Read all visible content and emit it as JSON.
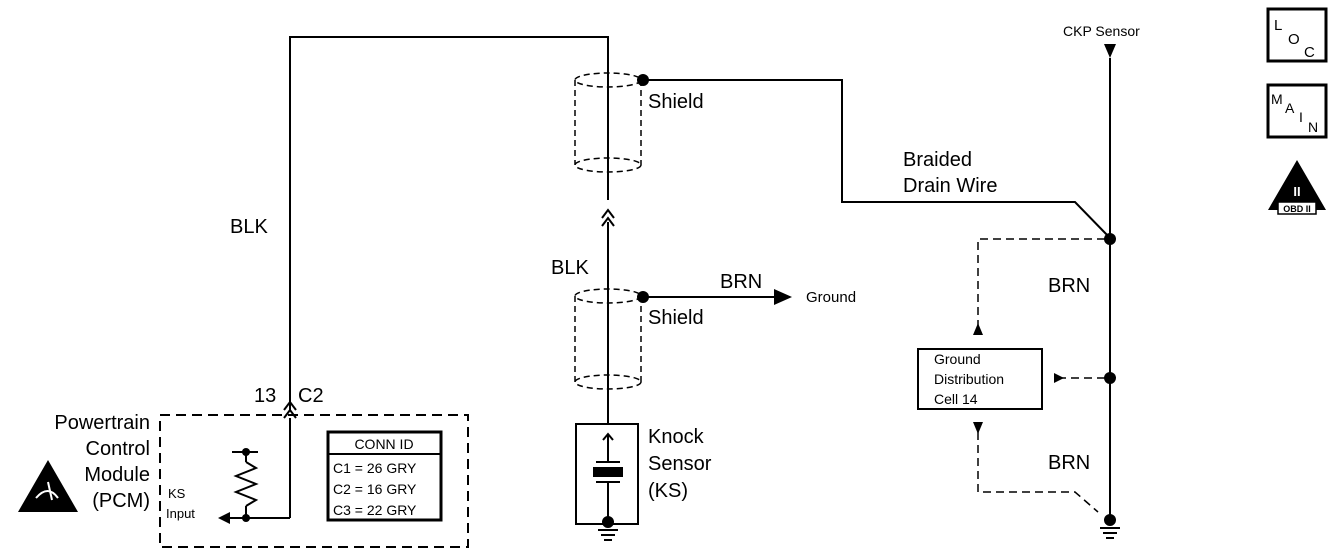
{
  "wires": {
    "pcm_wire_color": "BLK",
    "ks_wire_color": "BLK",
    "ground_wire_color": "BRN",
    "brn_upper": "BRN",
    "brn_lower": "BRN"
  },
  "labels": {
    "shield_upper": "Shield",
    "shield_lower": "Shield",
    "ground": "Ground",
    "braided_line1": "Braided",
    "braided_line2": "Drain Wire",
    "ckp_sensor": "CKP Sensor",
    "pin_number": "13",
    "connector": "C2"
  },
  "pcm": {
    "line1": "Powertrain",
    "line2": "Control",
    "line3": "Module",
    "line4": "(PCM)",
    "ks_line1": "KS",
    "ks_line2": "Input"
  },
  "conn_id": {
    "title": "CONN ID",
    "rows": [
      "C1 = 26 GRY",
      "C2 = 16 GRY",
      "C3 = 22 GRY"
    ]
  },
  "knock_sensor": {
    "line1": "Knock",
    "line2": "Sensor",
    "line3": "(KS)"
  },
  "ground_distribution": {
    "line1": "Ground",
    "line2": "Distribution",
    "line3": "Cell 14"
  },
  "icons": {
    "loc": {
      "l": "L",
      "o": "O",
      "c": "C"
    },
    "main": {
      "m": "M",
      "a": "A",
      "i": "I",
      "n": "N"
    },
    "obd": {
      "numeral": "II",
      "label": "OBD II"
    }
  }
}
